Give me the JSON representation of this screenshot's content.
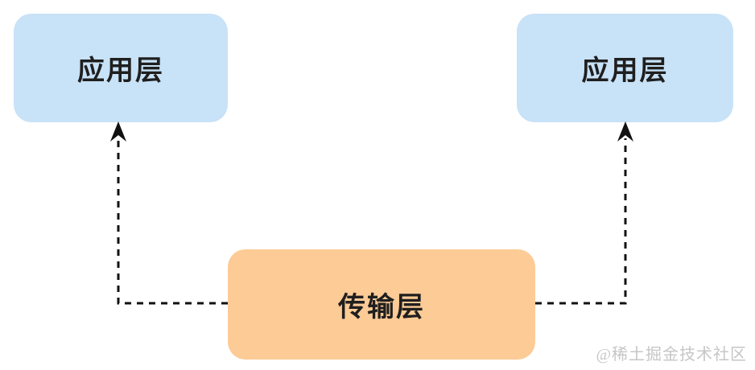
{
  "diagram": {
    "title": "transport-layer-to-application-layer-diagram",
    "nodes": [
      {
        "id": "app-layer-left",
        "label": "应用层",
        "type": "application-layer",
        "fill": "#c8e2f7"
      },
      {
        "id": "app-layer-right",
        "label": "应用层",
        "type": "application-layer",
        "fill": "#c8e2f7"
      },
      {
        "id": "transport-layer",
        "label": "传输层",
        "type": "transport-layer",
        "fill": "#fccb96"
      }
    ],
    "connections": [
      {
        "from": "transport-layer",
        "to": "app-layer-left",
        "style": "dashed",
        "arrowhead": "solid-dart-up"
      },
      {
        "from": "transport-layer",
        "to": "app-layer-right",
        "style": "dashed",
        "arrowhead": "solid-dart-up"
      }
    ]
  },
  "watermark": {
    "text": "@稀土掘金技术社区"
  },
  "colors": {
    "background": "#ffffff",
    "app_layer_fill": "#c8e2f7",
    "transport_layer_fill": "#fccb96",
    "node_text": "#1f1f1f",
    "arrow": "#111111",
    "watermark_text": "#c6c6c6"
  }
}
